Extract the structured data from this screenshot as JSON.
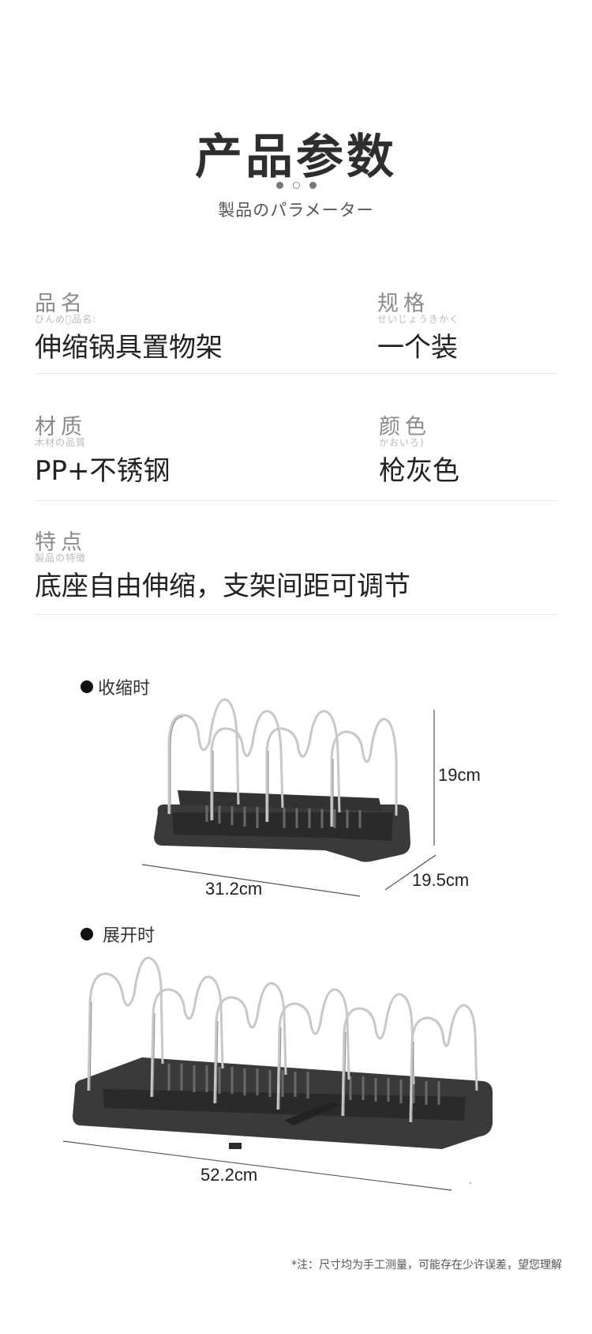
{
  "header": {
    "title": "产品参数",
    "subtitle": "製品のパラメーター"
  },
  "specs": {
    "name": {
      "label": "品名",
      "sub": "ひんめ\u0000品名:",
      "value": "伸缩锅具置物架"
    },
    "spec": {
      "label": "规格",
      "sub": "せいじょうきかく",
      "value": "一个装"
    },
    "material": {
      "label": "材质",
      "sub": "木材の品質",
      "value": "PP+不锈钢"
    },
    "color": {
      "label": "颜色",
      "sub": "かおいろ)",
      "value": "枪灰色"
    },
    "feature": {
      "label": "特点",
      "sub": "製品の特徴",
      "value": "底座自由伸缩，支架间距可调节"
    }
  },
  "views": {
    "collapsed": {
      "label": "收缩时",
      "height": "19cm",
      "length": "31.2cm",
      "depth": "19.5cm"
    },
    "expanded": {
      "label": "展开时",
      "length": "52.2cm"
    }
  },
  "footnote": "*注：尺寸均为手工测量，可能存在少许误差，望您理解",
  "colors": {
    "tray": "#3a3a3c",
    "wire": "#c8c8c8",
    "accent": "#777777"
  }
}
